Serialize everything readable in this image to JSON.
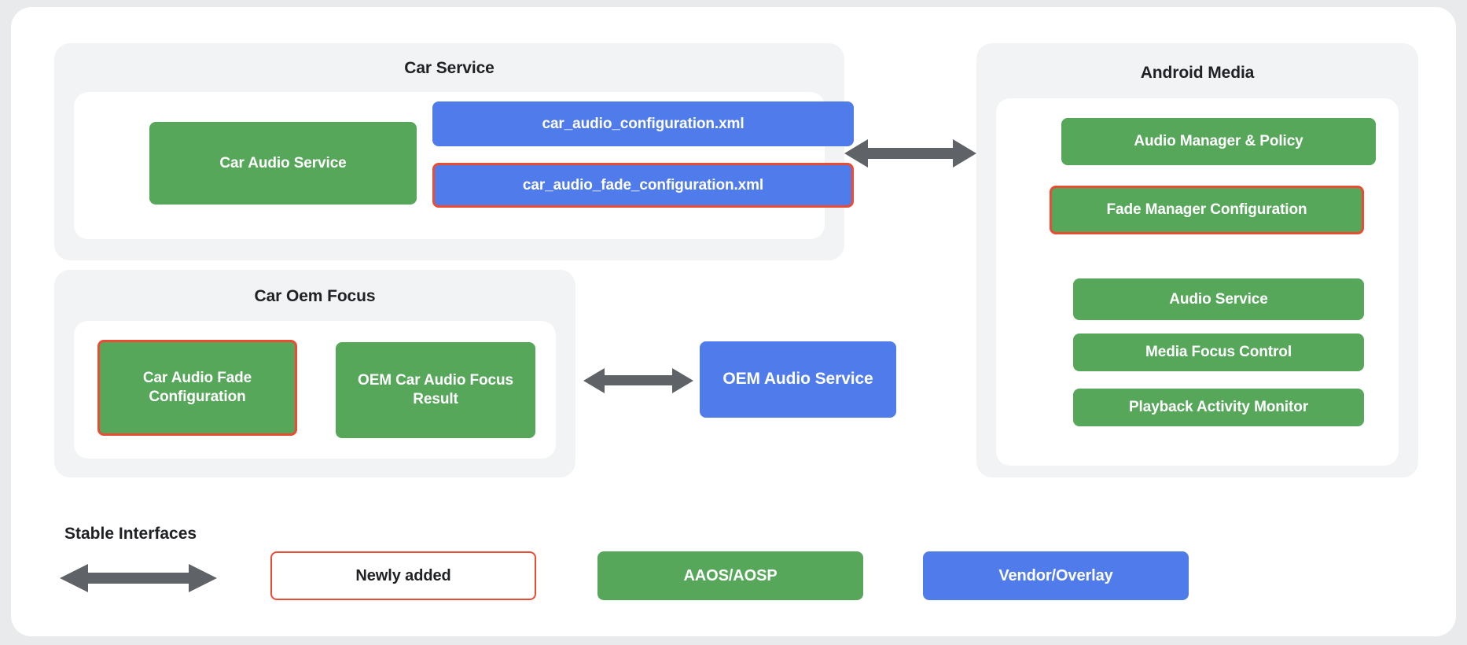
{
  "diagram": {
    "groups": [
      {
        "id": "car-service",
        "title": "Car Service",
        "nodes": [
          {
            "label": "Car Audio Service",
            "kind": "green",
            "highlight": false
          },
          {
            "label": "car_audio_configuration.xml",
            "kind": "blue",
            "highlight": false
          },
          {
            "label": "car_audio_fade_configuration.xml",
            "kind": "blue",
            "highlight": true
          }
        ]
      },
      {
        "id": "car-oem-focus",
        "title": "Car Oem Focus",
        "nodes": [
          {
            "label": "Car Audio Fade Configuration",
            "kind": "green",
            "highlight": true
          },
          {
            "label": "OEM Car Audio Focus Result",
            "kind": "green",
            "highlight": false
          }
        ]
      },
      {
        "id": "android-media",
        "title": "Android Media",
        "nodes": [
          {
            "label": "Audio Manager & Policy",
            "kind": "green",
            "highlight": false
          },
          {
            "label": "Fade Manager Configuration",
            "kind": "green",
            "highlight": true
          },
          {
            "label": "Audio Service",
            "kind": "green",
            "highlight": false
          },
          {
            "label": "Media Focus Control",
            "kind": "green",
            "highlight": false
          },
          {
            "label": "Playback Activity Monitor",
            "kind": "green",
            "highlight": false
          }
        ]
      }
    ],
    "standalone": [
      {
        "id": "oem-audio-service",
        "label": "OEM Audio Service",
        "kind": "blue",
        "highlight": false
      }
    ],
    "connectors": [
      {
        "id": "car-service-to-android-media",
        "type": "double-arrow"
      },
      {
        "id": "car-oem-focus-to-oem-audio-service",
        "type": "double-arrow"
      }
    ]
  },
  "legend": {
    "stable_interfaces_label": "Stable Interfaces",
    "arrow_icon": "double-arrow-icon",
    "items": [
      {
        "label": "Newly added",
        "kind": "outline"
      },
      {
        "label": "AAOS/AOSP",
        "kind": "green"
      },
      {
        "label": "Vendor/Overlay",
        "kind": "blue"
      }
    ]
  },
  "colors": {
    "green": "#57a75b",
    "blue": "#507ceb",
    "highlight": "#eb4b33",
    "arrow": "#5f6368",
    "group_bg": "#f1f3f4",
    "panel_bg": "#ffffff",
    "page_bg": "#e9eaec",
    "text_dark": "#202124"
  }
}
